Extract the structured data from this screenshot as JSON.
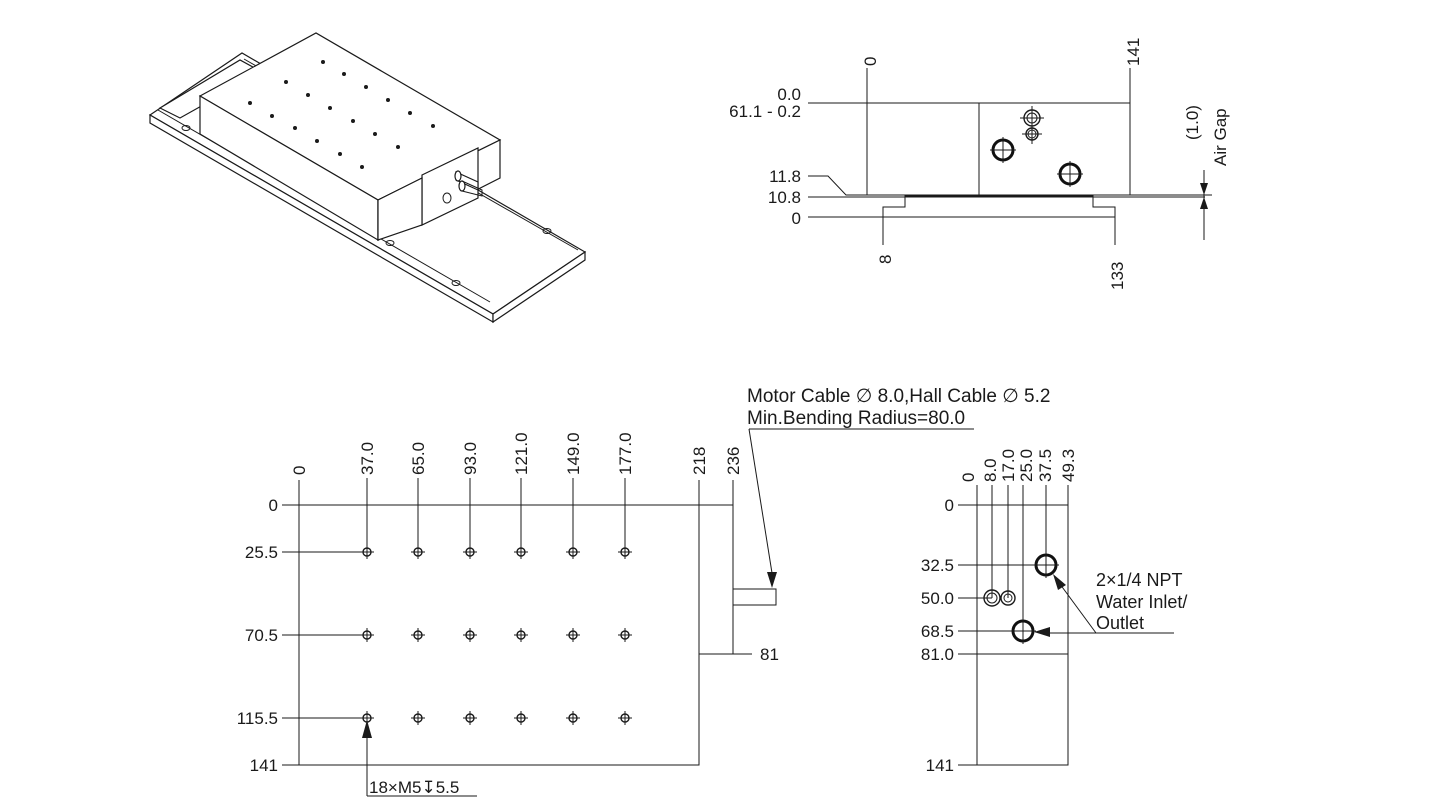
{
  "side_view": {
    "top_labels": [
      "0",
      "141"
    ],
    "left_labels": [
      "0.0",
      "61.1 - 0.2",
      "11.8",
      "10.8",
      "0"
    ],
    "bottom_labels": [
      "8",
      "133"
    ],
    "air_gap_value": "(1.0)",
    "air_gap_label": "Air Gap"
  },
  "top_view": {
    "cable_note_line1": "Motor Cable ∅ 8.0,Hall Cable ∅ 5.2",
    "cable_note_line2": "Min.Bending Radius=80.0",
    "x_labels": [
      "0",
      "37.0",
      "65.0",
      "93.0",
      "121.0",
      "149.0",
      "177.0",
      "218",
      "236"
    ],
    "y_labels": [
      "0",
      "25.5",
      "70.5",
      "115.5",
      "141"
    ],
    "right_label": "81",
    "hole_callout": "18×M5↧5.5"
  },
  "end_view": {
    "x_labels": [
      "0",
      "8.0",
      "17.0",
      "25.0",
      "37.5",
      "49.3"
    ],
    "y_labels": [
      "0",
      "32.5",
      "50.0",
      "68.5",
      "81.0",
      "141"
    ],
    "water_callout_line1": "2×1/4 NPT",
    "water_callout_line2": "Water Inlet/",
    "water_callout_line3": "Outlet"
  },
  "colors": {
    "line": "#1a1a1a",
    "background": "#ffffff"
  }
}
